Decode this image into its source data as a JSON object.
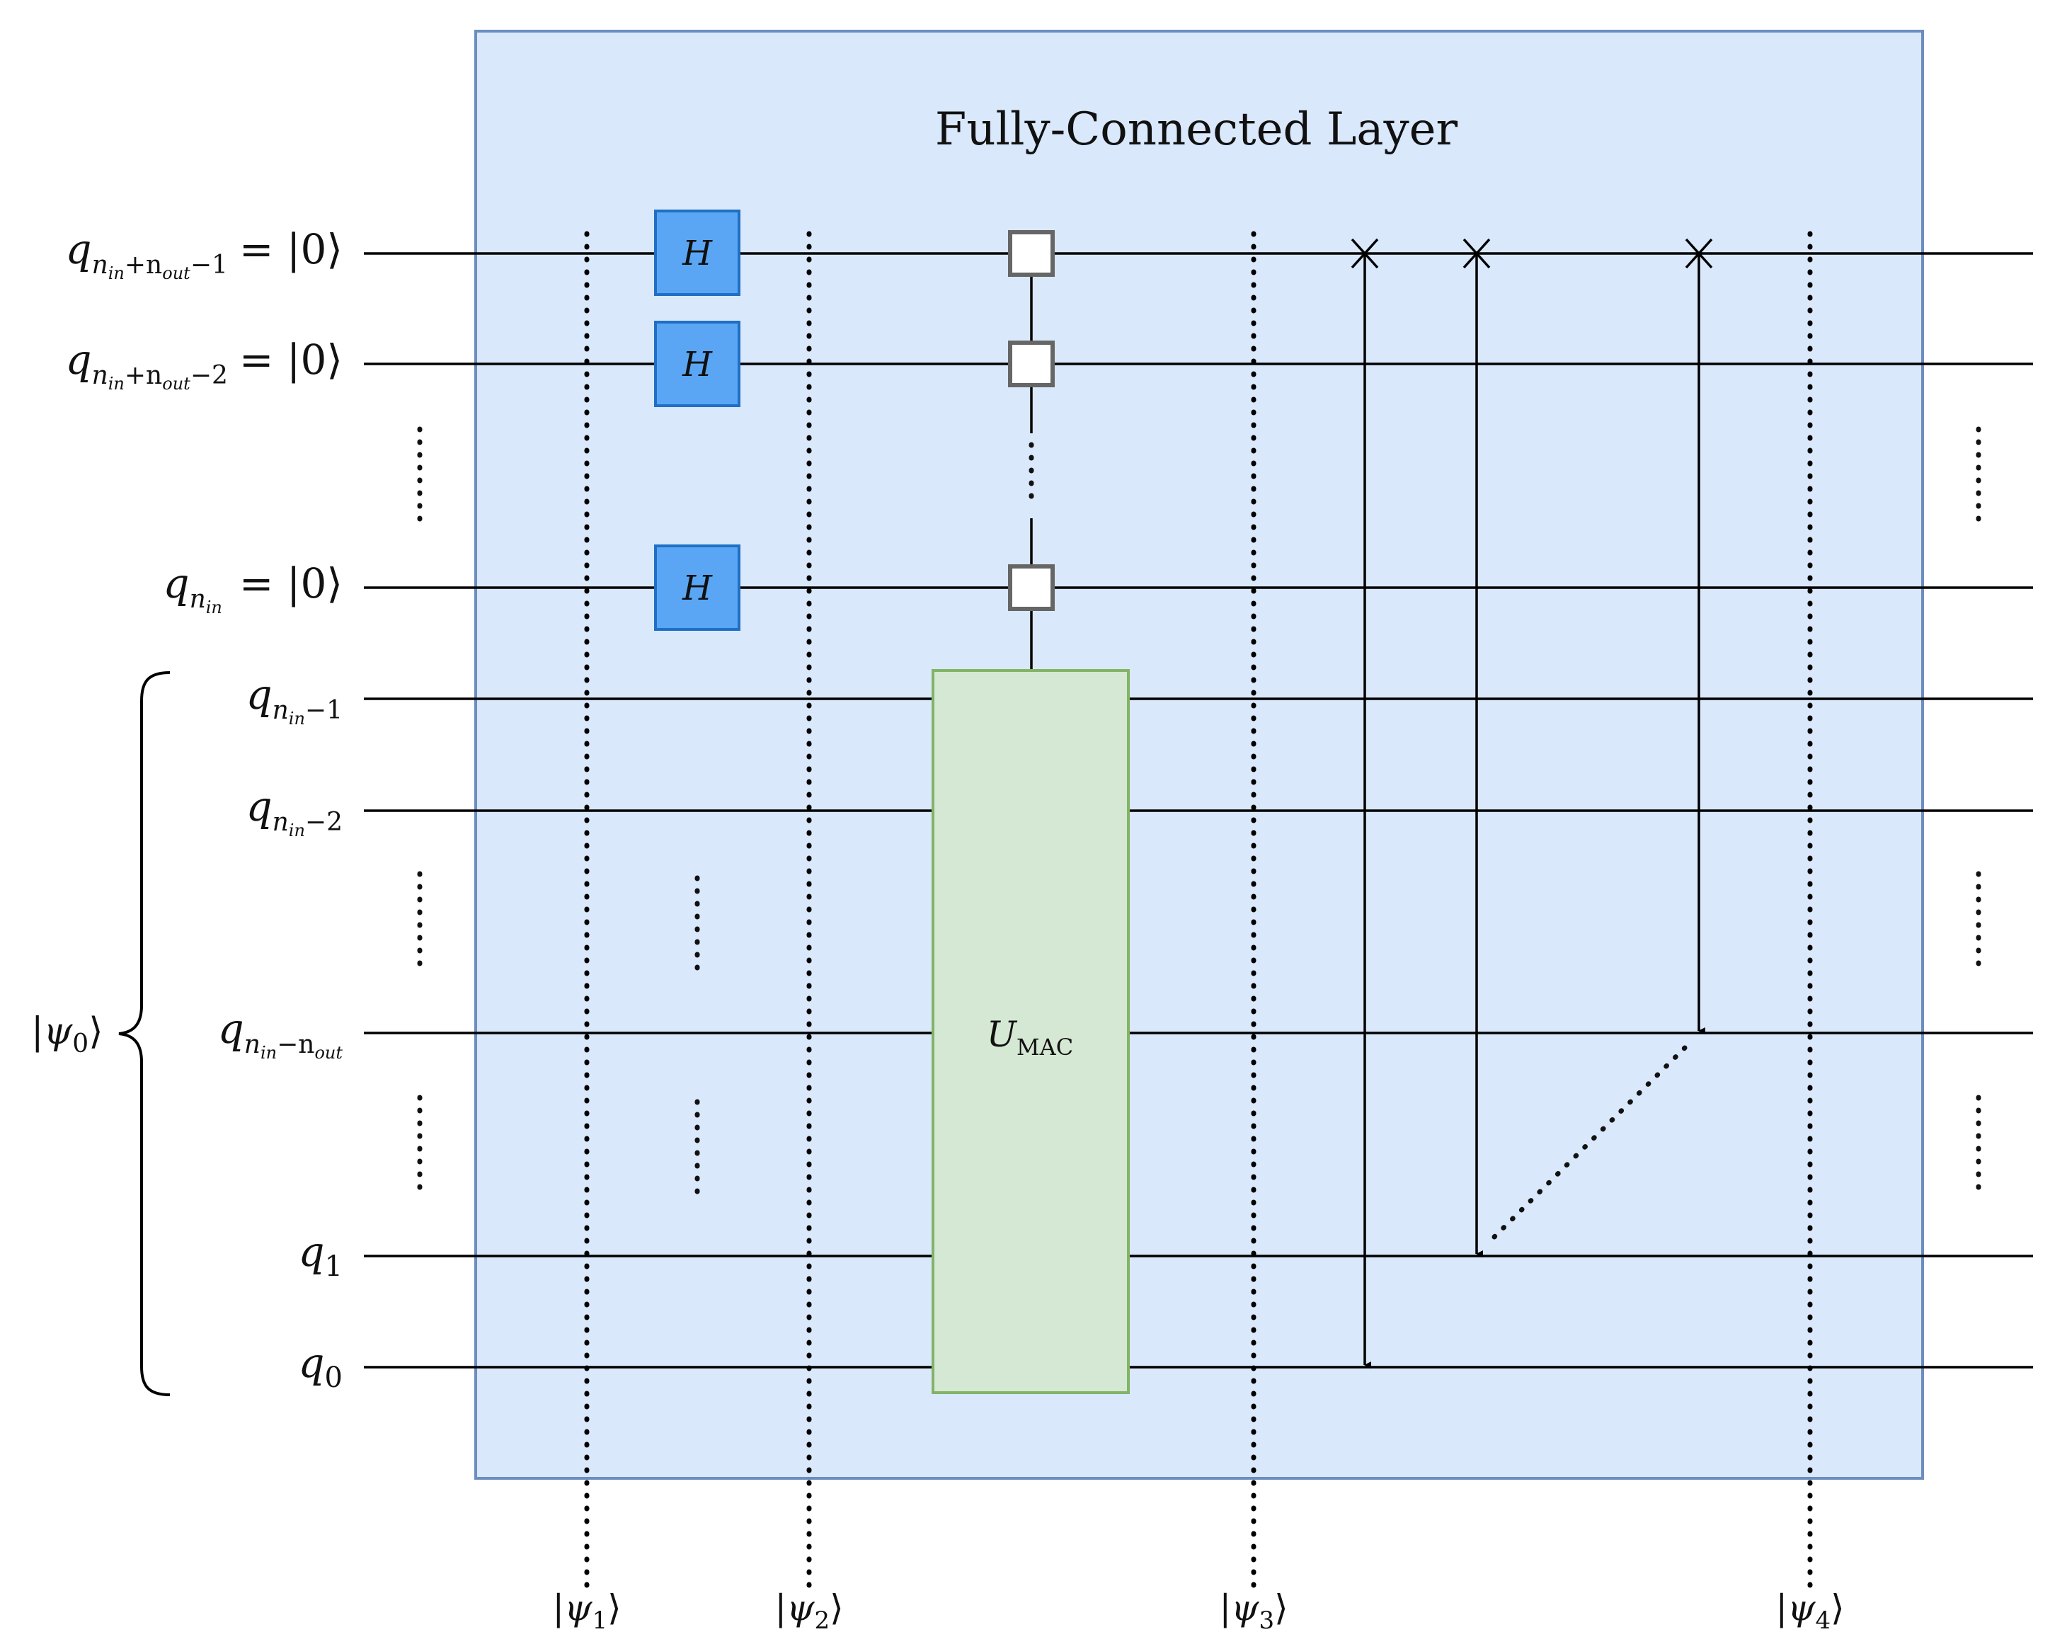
{
  "title": "Fully-Connected Layer",
  "hadamard_label": "H",
  "umac": {
    "main": "U",
    "sub": "MAC"
  },
  "qubits": [
    {
      "q": "q",
      "sub": "n",
      "subsub": "in",
      "rest": "+n",
      "rest_sub": "out",
      "tail": "−1",
      "init": "= |0⟩"
    },
    {
      "q": "q",
      "sub": "n",
      "subsub": "in",
      "rest": "+n",
      "rest_sub": "out",
      "tail": "−2",
      "init": "= |0⟩"
    },
    {
      "q": "q",
      "sub": "n",
      "subsub": "in",
      "rest": "",
      "rest_sub": "",
      "tail": "",
      "init": "= |0⟩"
    },
    {
      "q": "q",
      "sub": "n",
      "subsub": "in",
      "rest": "",
      "rest_sub": "",
      "tail": "−1",
      "init": ""
    },
    {
      "q": "q",
      "sub": "n",
      "subsub": "in",
      "rest": "",
      "rest_sub": "",
      "tail": "−2",
      "init": ""
    },
    {
      "q": "q",
      "sub": "n",
      "subsub": "in",
      "rest": "−n",
      "rest_sub": "out",
      "tail": "",
      "init": ""
    },
    {
      "q": "q",
      "sub": "1",
      "subsub": "",
      "rest": "",
      "rest_sub": "",
      "tail": "",
      "init": ""
    },
    {
      "q": "q",
      "sub": "0",
      "subsub": "",
      "rest": "",
      "rest_sub": "",
      "tail": "",
      "init": ""
    }
  ],
  "register_label": {
    "bra": "|ψ",
    "sub": "0",
    "ket": "⟩"
  },
  "slices": [
    {
      "bra": "|ψ",
      "sub": "1",
      "ket": "⟩"
    },
    {
      "bra": "|ψ",
      "sub": "2",
      "ket": "⟩"
    },
    {
      "bra": "|ψ",
      "sub": "3",
      "ket": "⟩"
    },
    {
      "bra": "|ψ",
      "sub": "4",
      "ket": "⟩"
    }
  ],
  "colors": {
    "layer_fill": "#dae8fc",
    "layer_stroke": "#6c8ebf",
    "hadamard_fill": "#5aa6f5",
    "hadamard_stroke": "#1f6fc4",
    "umac_fill": "#d5e8d4",
    "umac_stroke": "#82b366"
  }
}
